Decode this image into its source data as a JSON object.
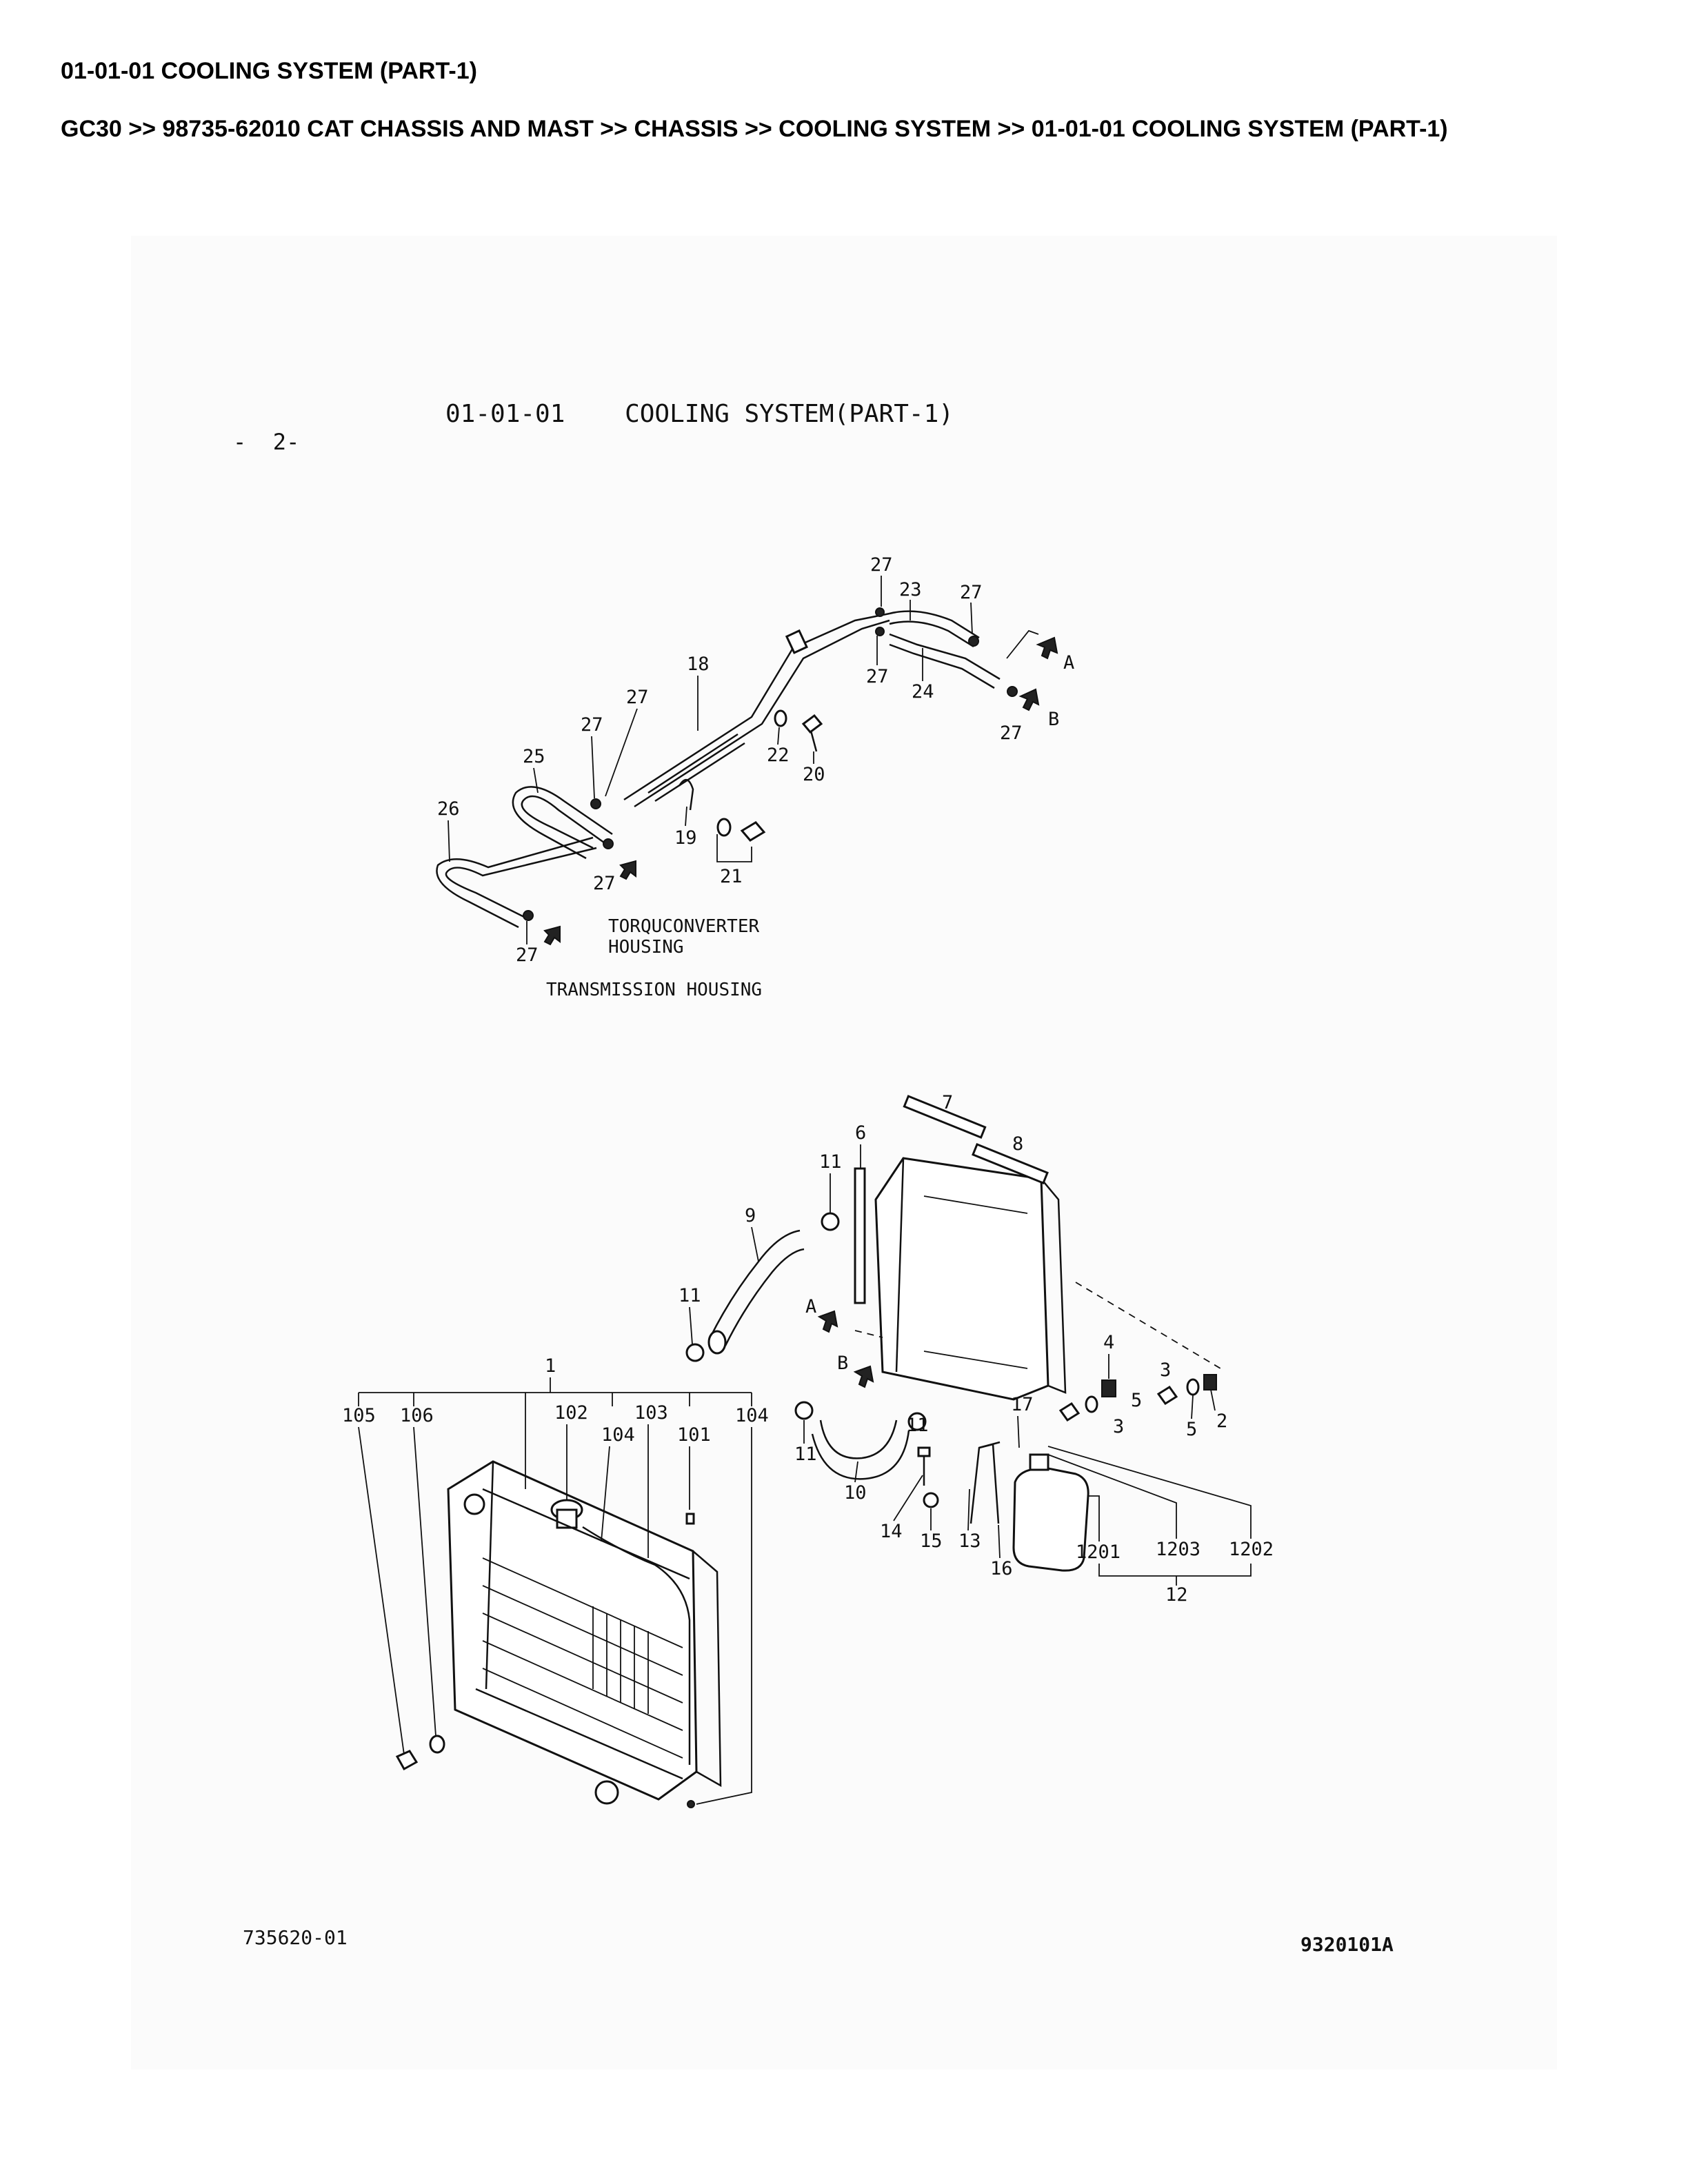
{
  "header": {
    "title": "01-01-01 COOLING SYSTEM (PART-1)",
    "breadcrumb": "GC30 >> 98735-62010 CAT CHASSIS AND MAST >> CHASSIS >> COOLING SYSTEM >> 01-01-01 COOLING SYSTEM (PART-1)"
  },
  "drawing": {
    "title": "01-01-01    COOLING SYSTEM(PART-1)",
    "page_mark": "-  2-",
    "notes": {
      "torque_1": "TORQUCONVERTER",
      "torque_2": "HOUSING",
      "transmission": "TRANSMISSION HOUSING"
    },
    "arrow_a": "A",
    "arrow_b": "B",
    "footer_left": "735620-01",
    "footer_right": "9320101A"
  },
  "callouts": {
    "top": {
      "c27a": "27",
      "c23": "23",
      "c27b": "27",
      "c27c": "27",
      "c24": "24",
      "c27d": "27",
      "c18": "18",
      "c22": "22",
      "c20": "20",
      "c27e": "27",
      "c27f": "27",
      "c25": "25",
      "c19": "19",
      "c21": "21",
      "c26": "26",
      "c27g": "27",
      "c27h": "27"
    },
    "bottom": {
      "c7": "7",
      "c8": "8",
      "c6": "6",
      "c11a": "11",
      "c9": "9",
      "c11b": "11",
      "c4": "4",
      "c3a": "3",
      "c5a": "5",
      "c3b": "3",
      "c5b": "5",
      "c2": "2",
      "c1": "1",
      "c105": "105",
      "c106": "106",
      "c102": "102",
      "c103": "103",
      "c104a": "104",
      "c104b": "104",
      "c101": "101",
      "c17": "17",
      "c11c": "11",
      "c11d": "11",
      "c10": "10",
      "c14": "14",
      "c15": "15",
      "c13": "13",
      "c16": "16",
      "c1201": "1201",
      "c1203": "1203",
      "c1202": "1202",
      "c12": "12"
    }
  }
}
